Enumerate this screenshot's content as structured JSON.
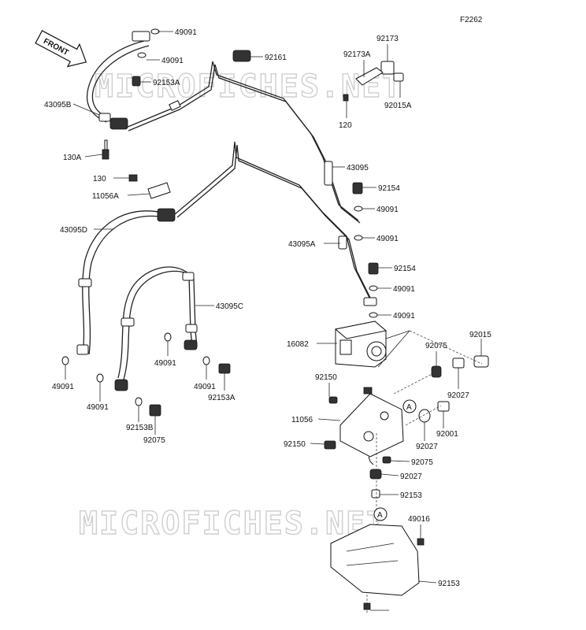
{
  "diagram": {
    "ref_code": "F2262",
    "front_label": "FRONT",
    "watermark": "MICROFICHES.NET",
    "marker": "A"
  },
  "parts": [
    {
      "id": "p1",
      "text": "49091"
    },
    {
      "id": "p2",
      "text": "49091"
    },
    {
      "id": "p3",
      "text": "92153A"
    },
    {
      "id": "p4",
      "text": "43095B"
    },
    {
      "id": "p5",
      "text": "130A"
    },
    {
      "id": "p6",
      "text": "92161"
    },
    {
      "id": "p7",
      "text": "92173"
    },
    {
      "id": "p8",
      "text": "92173A"
    },
    {
      "id": "p9",
      "text": "92015A"
    },
    {
      "id": "p10",
      "text": "120"
    },
    {
      "id": "p11",
      "text": "43095"
    },
    {
      "id": "p12",
      "text": "130"
    },
    {
      "id": "p13",
      "text": "11056A"
    },
    {
      "id": "p14",
      "text": "92154"
    },
    {
      "id": "p15",
      "text": "49091"
    },
    {
      "id": "p16",
      "text": "43095D"
    },
    {
      "id": "p17",
      "text": "43095A"
    },
    {
      "id": "p18",
      "text": "49091"
    },
    {
      "id": "p19",
      "text": "92154"
    },
    {
      "id": "p20",
      "text": "49091"
    },
    {
      "id": "p21",
      "text": "43095C"
    },
    {
      "id": "p22",
      "text": "49091"
    },
    {
      "id": "p23",
      "text": "16082"
    },
    {
      "id": "p24",
      "text": "92015"
    },
    {
      "id": "p25",
      "text": "92075"
    },
    {
      "id": "p26",
      "text": "49091"
    },
    {
      "id": "p27",
      "text": "49091"
    },
    {
      "id": "p28",
      "text": "92153A"
    },
    {
      "id": "p29",
      "text": "49091"
    },
    {
      "id": "p30",
      "text": "92150"
    },
    {
      "id": "p31",
      "text": "92027"
    },
    {
      "id": "p32",
      "text": "11056"
    },
    {
      "id": "p33",
      "text": "49091"
    },
    {
      "id": "p34",
      "text": "92153B"
    },
    {
      "id": "p35",
      "text": "92075"
    },
    {
      "id": "p36",
      "text": "92027"
    },
    {
      "id": "p37",
      "text": "92001"
    },
    {
      "id": "p38",
      "text": "92150"
    },
    {
      "id": "p39",
      "text": "92075"
    },
    {
      "id": "p40",
      "text": "92027"
    },
    {
      "id": "p41",
      "text": "92153"
    },
    {
      "id": "p42",
      "text": "49016"
    },
    {
      "id": "p43",
      "text": "92153"
    }
  ]
}
